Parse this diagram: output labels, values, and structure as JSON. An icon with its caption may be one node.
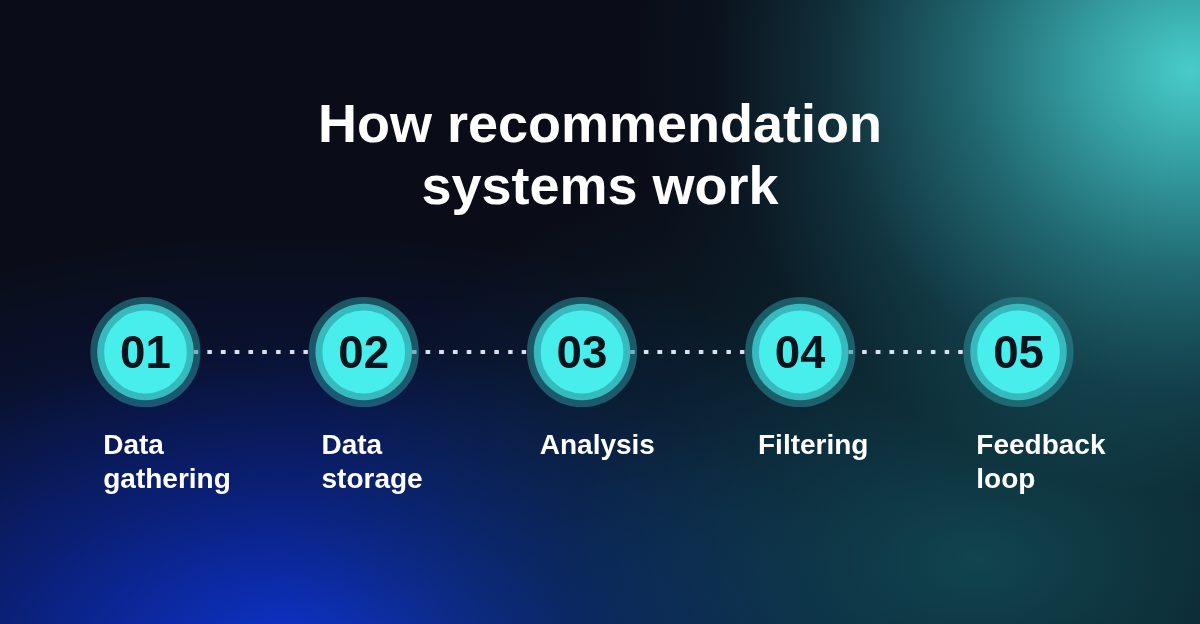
{
  "diagram": {
    "title": "How recommendation systems work",
    "nodes": [
      {
        "text": [
          "01"
        ],
        "beside": [
          "Data gathering"
        ]
      },
      {
        "text": [
          "02"
        ],
        "beside": [
          "Data storage"
        ]
      },
      {
        "text": [
          "03"
        ],
        "beside": [
          "Analysis"
        ]
      },
      {
        "text": [
          "04"
        ],
        "beside": [
          "Filtering"
        ]
      },
      {
        "text": [
          "05"
        ],
        "beside": [
          "Feedback loop"
        ]
      }
    ],
    "edges": [
      {
        "from": 0,
        "to": 1,
        "arrow": "none",
        "style": "dashed"
      },
      {
        "from": 1,
        "to": 2,
        "arrow": "none",
        "style": "dashed"
      },
      {
        "from": 2,
        "to": 3,
        "arrow": "none",
        "style": "dashed"
      },
      {
        "from": 3,
        "to": 4,
        "arrow": "none",
        "style": "dashed"
      }
    ]
  }
}
